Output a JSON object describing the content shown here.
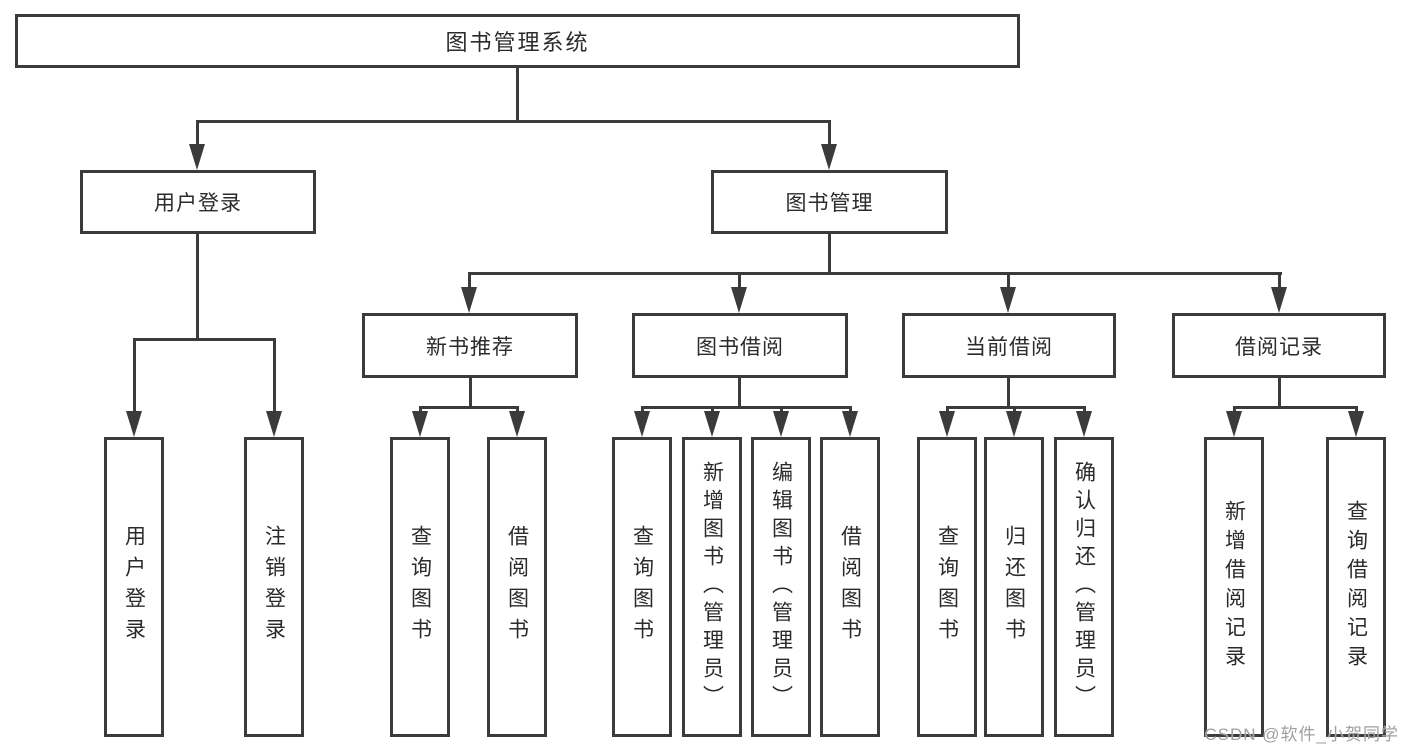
{
  "diagram": {
    "root": {
      "label": "图书管理系统"
    },
    "level2": [
      {
        "label": "用户登录"
      },
      {
        "label": "图书管理"
      }
    ],
    "level3": [
      {
        "label": "新书推荐"
      },
      {
        "label": "图书借阅"
      },
      {
        "label": "当前借阅"
      },
      {
        "label": "借阅记录"
      }
    ],
    "leaves": {
      "user_login": [
        "用户登录",
        "注销登录"
      ],
      "new_book": [
        "查询图书",
        "借阅图书"
      ],
      "book_borrow": [
        "查询图书",
        "新增图书（管理员）",
        "编辑图书（管理员）",
        "借阅图书"
      ],
      "current_borrow": [
        "查询图书",
        "归还图书",
        "确认归还（管理员）"
      ],
      "borrow_record": [
        "新增借阅记录",
        "查询借阅记录"
      ]
    }
  },
  "watermark": {
    "text": "CSDN @软件_小贺同学"
  },
  "colors": {
    "line": "#3b3b3b",
    "text": "#2b2b2b",
    "watermark": "#a0a0a0",
    "background": "#ffffff"
  }
}
